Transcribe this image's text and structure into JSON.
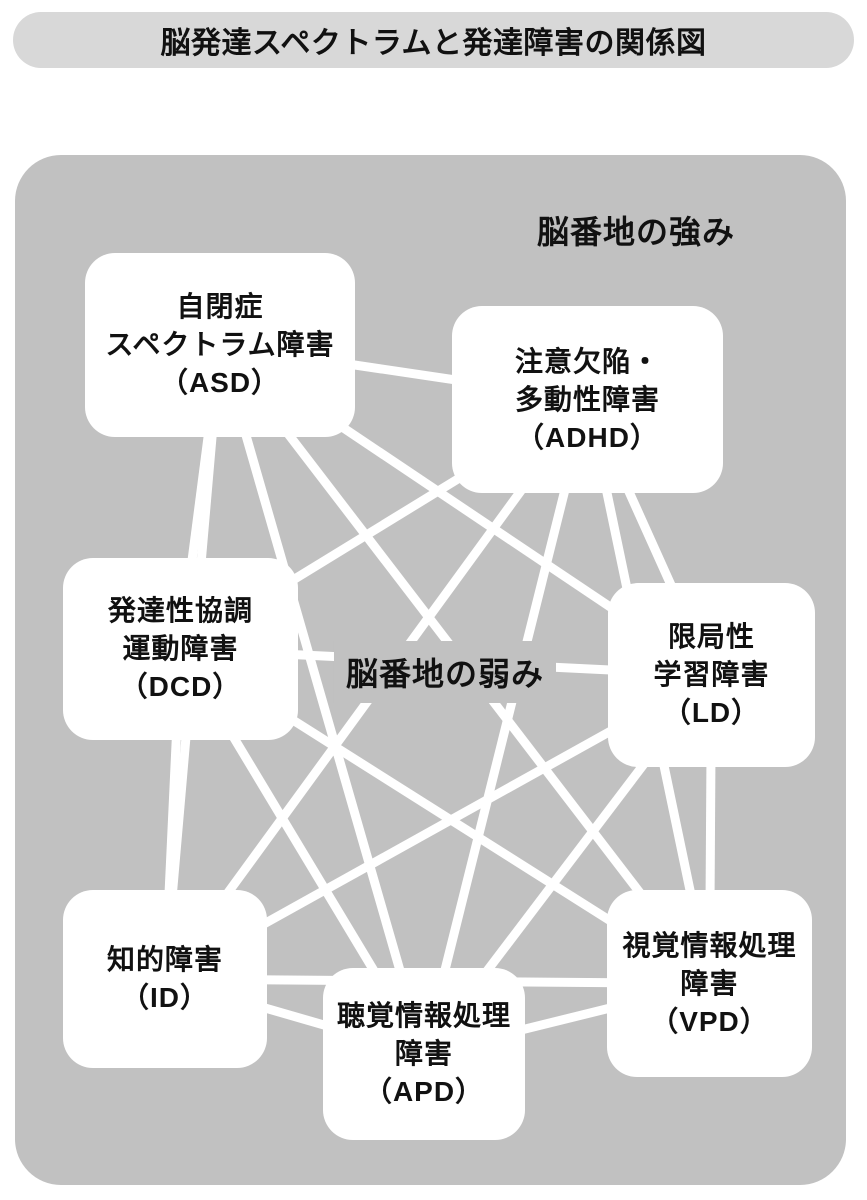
{
  "title": "脳発達スペクトラムと発達障害の関係図",
  "area_labels": {
    "strength": "脳番地の強み",
    "weakness": "脳番地の弱み"
  },
  "nodes": [
    {
      "id": "asd",
      "abbr": "ASD",
      "lines": [
        "自閉症",
        "スペクトラム障害",
        "（ASD）"
      ]
    },
    {
      "id": "adhd",
      "abbr": "ADHD",
      "lines": [
        "注意欠陥・",
        "多動性障害",
        "（ADHD）"
      ]
    },
    {
      "id": "dcd",
      "abbr": "DCD",
      "lines": [
        "発達性協調",
        "運動障害",
        "（DCD）"
      ]
    },
    {
      "id": "ld",
      "abbr": "LD",
      "lines": [
        "限局性",
        "学習障害",
        "（LD）"
      ]
    },
    {
      "id": "id",
      "abbr": "ID",
      "lines": [
        "知的障害",
        "（ID）"
      ]
    },
    {
      "id": "apd",
      "abbr": "APD",
      "lines": [
        "聴覚情報処理",
        "障害",
        "（APD）"
      ]
    },
    {
      "id": "vpd",
      "abbr": "VPD",
      "lines": [
        "視覚情報処理",
        "障害",
        "（VPD）"
      ]
    }
  ],
  "edges": [
    [
      "asd",
      "adhd"
    ],
    [
      "asd",
      "dcd"
    ],
    [
      "asd",
      "ld"
    ],
    [
      "asd",
      "id"
    ],
    [
      "asd",
      "apd"
    ],
    [
      "asd",
      "vpd"
    ],
    [
      "adhd",
      "dcd"
    ],
    [
      "adhd",
      "ld"
    ],
    [
      "adhd",
      "id"
    ],
    [
      "adhd",
      "apd"
    ],
    [
      "adhd",
      "vpd"
    ],
    [
      "dcd",
      "ld"
    ],
    [
      "dcd",
      "id"
    ],
    [
      "dcd",
      "apd"
    ],
    [
      "dcd",
      "vpd"
    ],
    [
      "ld",
      "id"
    ],
    [
      "ld",
      "apd"
    ],
    [
      "ld",
      "vpd"
    ],
    [
      "id",
      "apd"
    ],
    [
      "id",
      "vpd"
    ],
    [
      "apd",
      "vpd"
    ]
  ],
  "colors": {
    "title_bar_bg": "#d8d8d8",
    "panel_bg": "#c1c1c1",
    "node_bg": "#ffffff",
    "edge": "#ffffff",
    "text": "#111111"
  }
}
